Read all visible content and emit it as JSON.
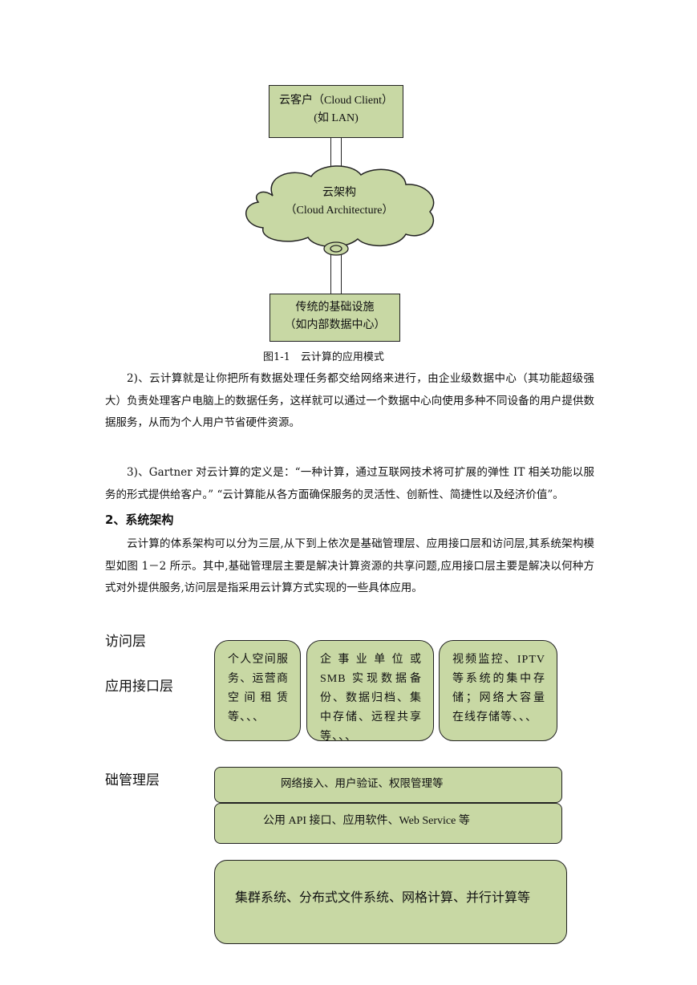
{
  "diagram1": {
    "client_line1": "云客户（Cloud Client）",
    "client_line2": "(如 LAN)",
    "cloud_line1": "云架构",
    "cloud_line2": "（Cloud Architecture）",
    "infra_line1": "传统的基础设施",
    "infra_line2": "（如内部数据中心）",
    "caption": "图1-1　云计算的应用模式"
  },
  "paragraphs": {
    "p2": "2)、云计算就是让你把所有数据处理任务都交给网络来进行，由企业级数据中心（其功能超级强大）负责处理客户电脑上的数据任务，这样就可以通过一个数据中心向使用多种不同设备的用户提供数据服务，从而为个人用户节省硬件资源。",
    "p3": "3)、Gartner 对云计算的定义是：“一种计算，通过互联网技术将可扩展的弹性 IT 相关功能以服务的形式提供给客户。” “云计算能从各方面确保服务的灵活性、创新性、简捷性以及经济价值”。",
    "heading": "2、系统架构",
    "p4": "云计算的体系架构可以分为三层,从下到上依次是基础管理层、应用接口层和访问层,其系统架构模型如图 1－2 所示。其中,基础管理层主要是解决计算资源的共享问题,应用接口层主要是解决以何种方式对外提供服务,访问层是指采用云计算方式实现的一些具体应用。"
  },
  "diagram2": {
    "label_access": "访问层",
    "label_api": "应用接口层",
    "label_mgmt": "础管理层",
    "app_box1": "个人空间服务、运营商空间租赁等、、、",
    "app_box2": "企事业单位或 SMB 实现数据备份、数据归档、集中存储、远程共享等、、、",
    "app_box3": "视频监控、IPTV 等系统的集中存储；网络大容量在线存储等、、、",
    "bar1": "网络接入、用户验证、权限管理等",
    "bar2": "公用 API 接口、应用软件、Web Service  等",
    "bottom_box": "集群系统、分布式文件系统、网格计算、并行计算等"
  }
}
